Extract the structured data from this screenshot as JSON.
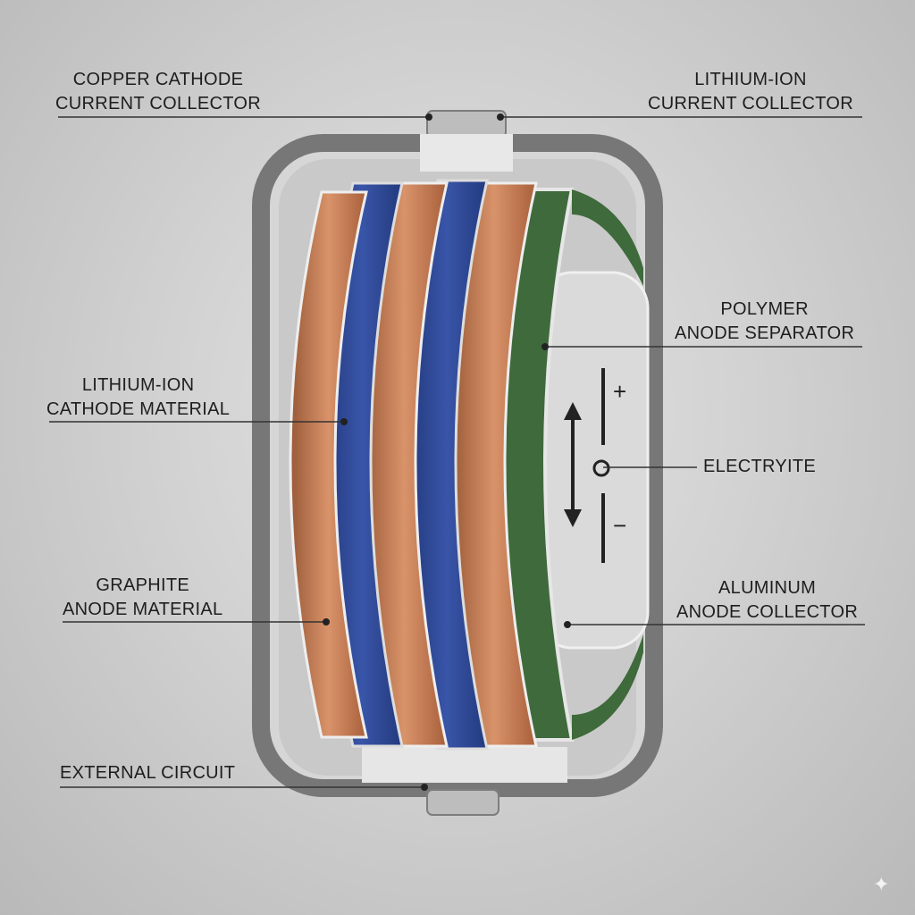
{
  "labels": {
    "copper_cathode": [
      "COPPER CATHODE",
      "CURRENT COLLECTOR"
    ],
    "lithium_collector": [
      "LITHIUM-ION",
      "CURRENT COLLECTOR"
    ],
    "polymer_separator": [
      "POLYMER",
      "ANODE SEPARATOR"
    ],
    "cathode_material": [
      "LITHIUM-ION",
      "CATHODE MATERIAL"
    ],
    "electrolyte": "ELECTRYITE",
    "graphite_anode": [
      "GRAPHITE",
      "ANODE MATERIAL"
    ],
    "aluminum_collector": [
      "ALUMINUM",
      "ANODE COLLECTOR"
    ],
    "external_circuit": "EXTERNAL CIRCUIT"
  },
  "symbols": {
    "plus": "+",
    "minus": "−"
  },
  "colors": {
    "copper": "#c47a52",
    "blue": "#2f4a9a",
    "green": "#3f6a3c",
    "casing": "#7a7a7a"
  }
}
